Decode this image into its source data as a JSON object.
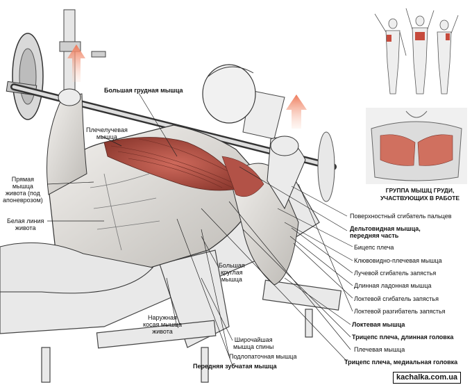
{
  "labels": {
    "pectoralis_major": "Большая грудная мышца",
    "coracobrachialis": "Плечелучевая\nмышца",
    "rectus_abdominis": "Прямая\nмышца\nживота (под\nапоневрозом)",
    "linea_alba": "Белая линия\nживота",
    "flexor_superficialis": "Поверхностный сгибатель пальцев",
    "deltoid_anterior": "Дельтовидная мышца,\nпередняя часть",
    "biceps": "Бицепс плеча",
    "clavobrachial": "Клювовидно-плечевая мышца",
    "flexor_carpi_radialis": "Лучевой сгибатель запястья",
    "palmaris_longus": "Длинная ладонная мышца",
    "flexor_carpi_ulnaris": "Локтевой сгибатель запястья",
    "extensor_carpi_ulnaris": "Локтевой разгибатель запястья",
    "anconeus": "Локтевая мышца",
    "triceps_long": "Трицепс плеча, длинная головка",
    "brachialis": "Плечевая мышца",
    "triceps_medial": "Трицепс плеча, медиальная головка",
    "teres_major": "Большая\nкруглая\nмышца",
    "external_oblique": "Наружная\nкосая мышца\nживота",
    "latissimus": "Широчайшая\nмышца спины",
    "infraspinatus": "Подлопаточная мышца",
    "serratus_anterior": "Передняя зубчатая мышца"
  },
  "group_caption": "ГРУППА МЫШЦ ГРУДИ,\nУЧАСТВУЮЩИХ В РАБОТЕ",
  "watermark": "kachalka.com.ua",
  "colors": {
    "muscle_highlight": "#b5544a",
    "arrow": "#f08a6a",
    "ink": "#222222"
  }
}
